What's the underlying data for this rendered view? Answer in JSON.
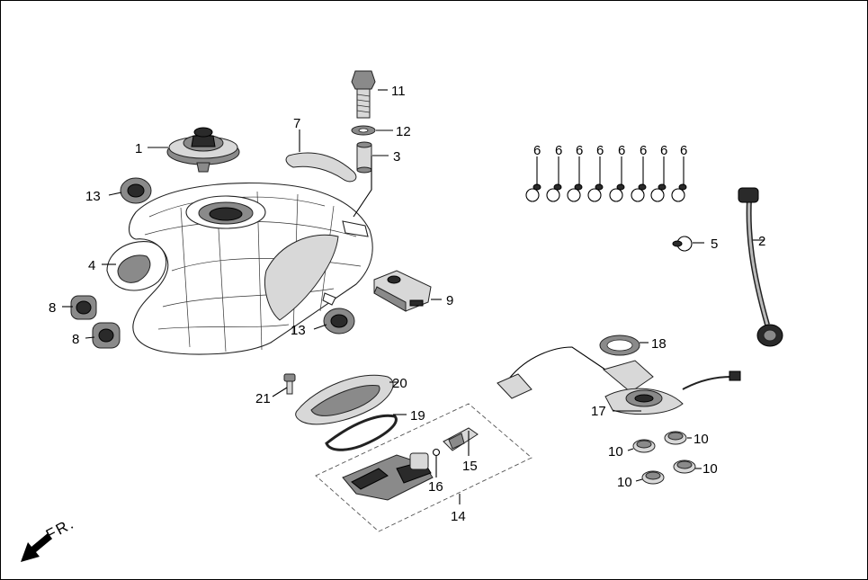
{
  "labels": {
    "p1": "1",
    "p2": "2",
    "p3": "3",
    "p4": "4",
    "p5": "5",
    "p6": "6",
    "p7": "7",
    "p8": "8",
    "p9": "9",
    "p10": "10",
    "p11": "11",
    "p12": "12",
    "p13": "13",
    "p14": "14",
    "p15": "15",
    "p16": "16",
    "p17": "17",
    "p18": "18",
    "p19": "19",
    "p20": "20",
    "p21": "21"
  },
  "direction": "FR."
}
